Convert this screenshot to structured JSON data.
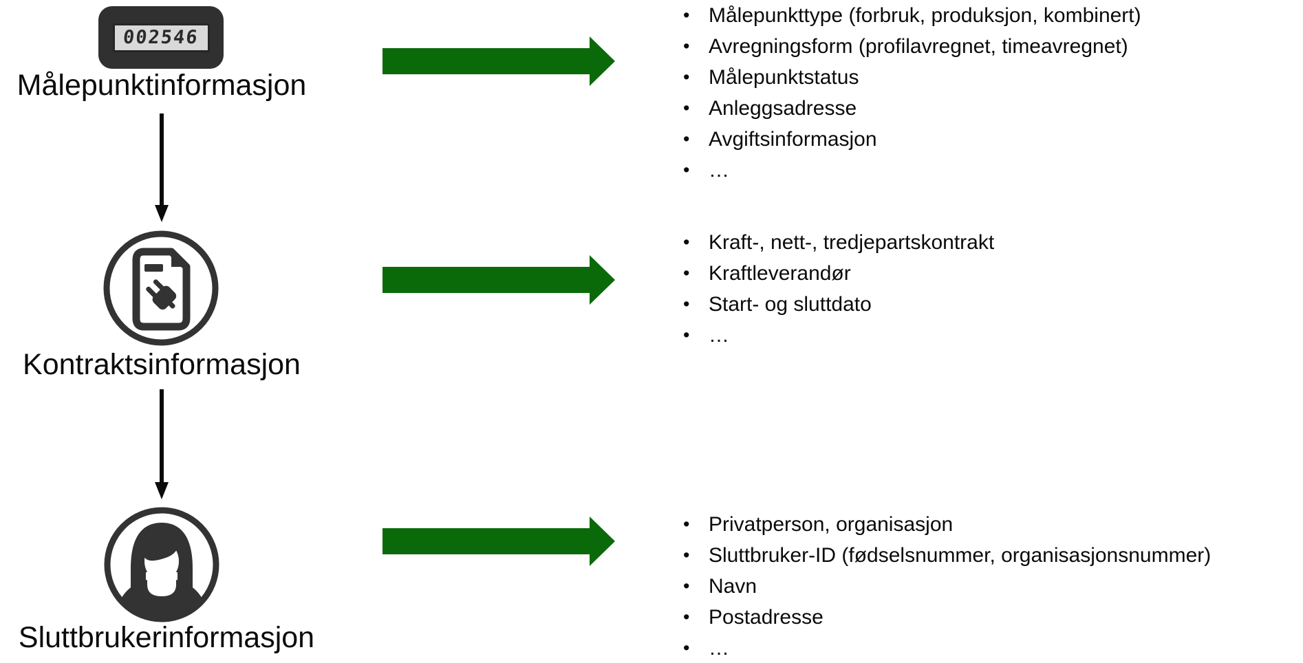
{
  "colors": {
    "arrow_green": "#0a6a0a",
    "icon_dark": "#333333",
    "text": "#0b0b0b",
    "lcd_bg": "#d9d9d9"
  },
  "sections": [
    {
      "label": "Målepunktinformasjon",
      "icon": "electricity-meter",
      "meter_display": "002546",
      "bullets": [
        "Målepunkttype (forbruk, produksjon, kombinert)",
        "Avregningsform (profilavregnet, timeavregnet)",
        "Målepunktstatus",
        "Anleggsadresse",
        "Avgiftsinformasjon",
        "…"
      ]
    },
    {
      "label": "Kontraktsinformasjon",
      "icon": "contract-document-with-plug",
      "bullets": [
        "Kraft-, nett-, tredjepartskontrakt",
        "Kraftleverandør",
        "Start- og sluttdato",
        "…"
      ]
    },
    {
      "label": "Sluttbrukerinformasjon",
      "icon": "end-user-person",
      "bullets": [
        "Privatperson, organisasjon",
        "Sluttbruker-ID (fødselsnummer, organisasjonsnummer)",
        "Navn",
        "Postadresse",
        "…"
      ]
    }
  ]
}
